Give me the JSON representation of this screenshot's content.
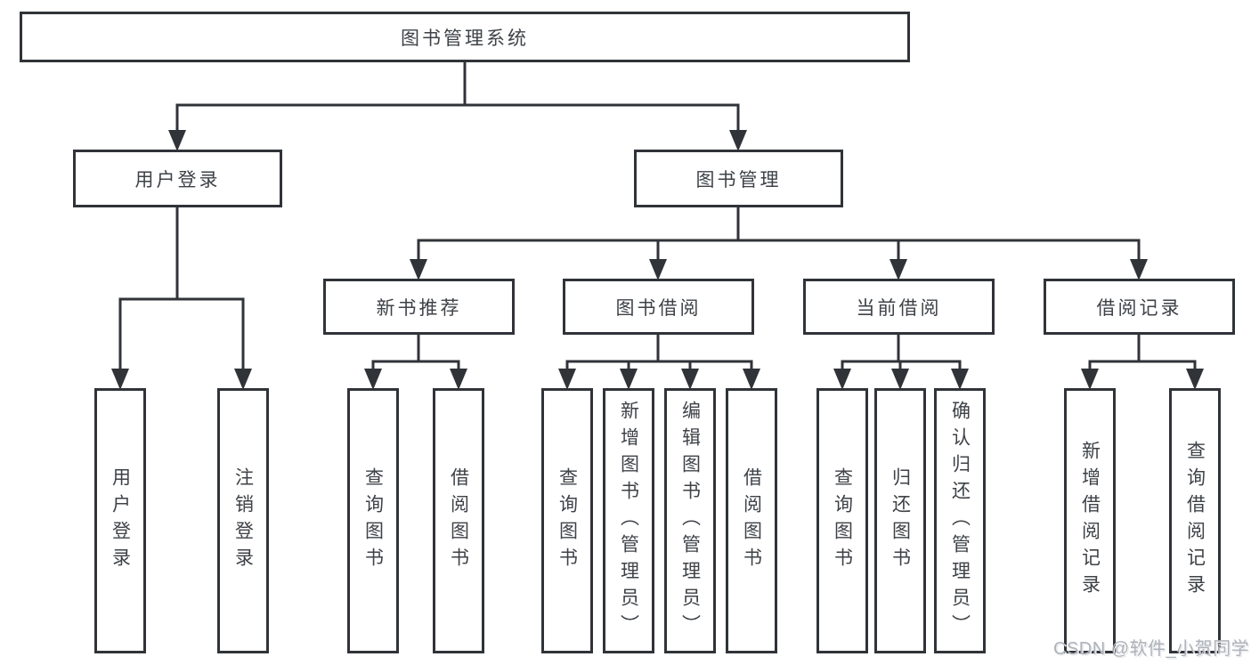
{
  "watermark": "CSDN @软件_小贺同学",
  "colors": {
    "line": "#303338",
    "text": "#3e4247",
    "background": "#ffffff",
    "watermark": "#aeb3ba"
  },
  "tree": {
    "root": "图书管理系统",
    "branches": [
      {
        "label": "用户登录",
        "leaves": [
          "用户登录",
          "注销登录"
        ]
      },
      {
        "label": "图书管理",
        "groups": [
          {
            "label": "新书推荐",
            "leaves": [
              "查询图书",
              "借阅图书"
            ]
          },
          {
            "label": "图书借阅",
            "leaves": [
              "查询图书",
              "新增图书（管理员）",
              "编辑图书（管理员）",
              "借阅图书"
            ]
          },
          {
            "label": "当前借阅",
            "leaves": [
              "查询图书",
              "归还图书",
              "确认归还（管理员）"
            ]
          },
          {
            "label": "借阅记录",
            "leaves": [
              "新增借阅记录",
              "查询借阅记录"
            ]
          }
        ]
      }
    ]
  }
}
